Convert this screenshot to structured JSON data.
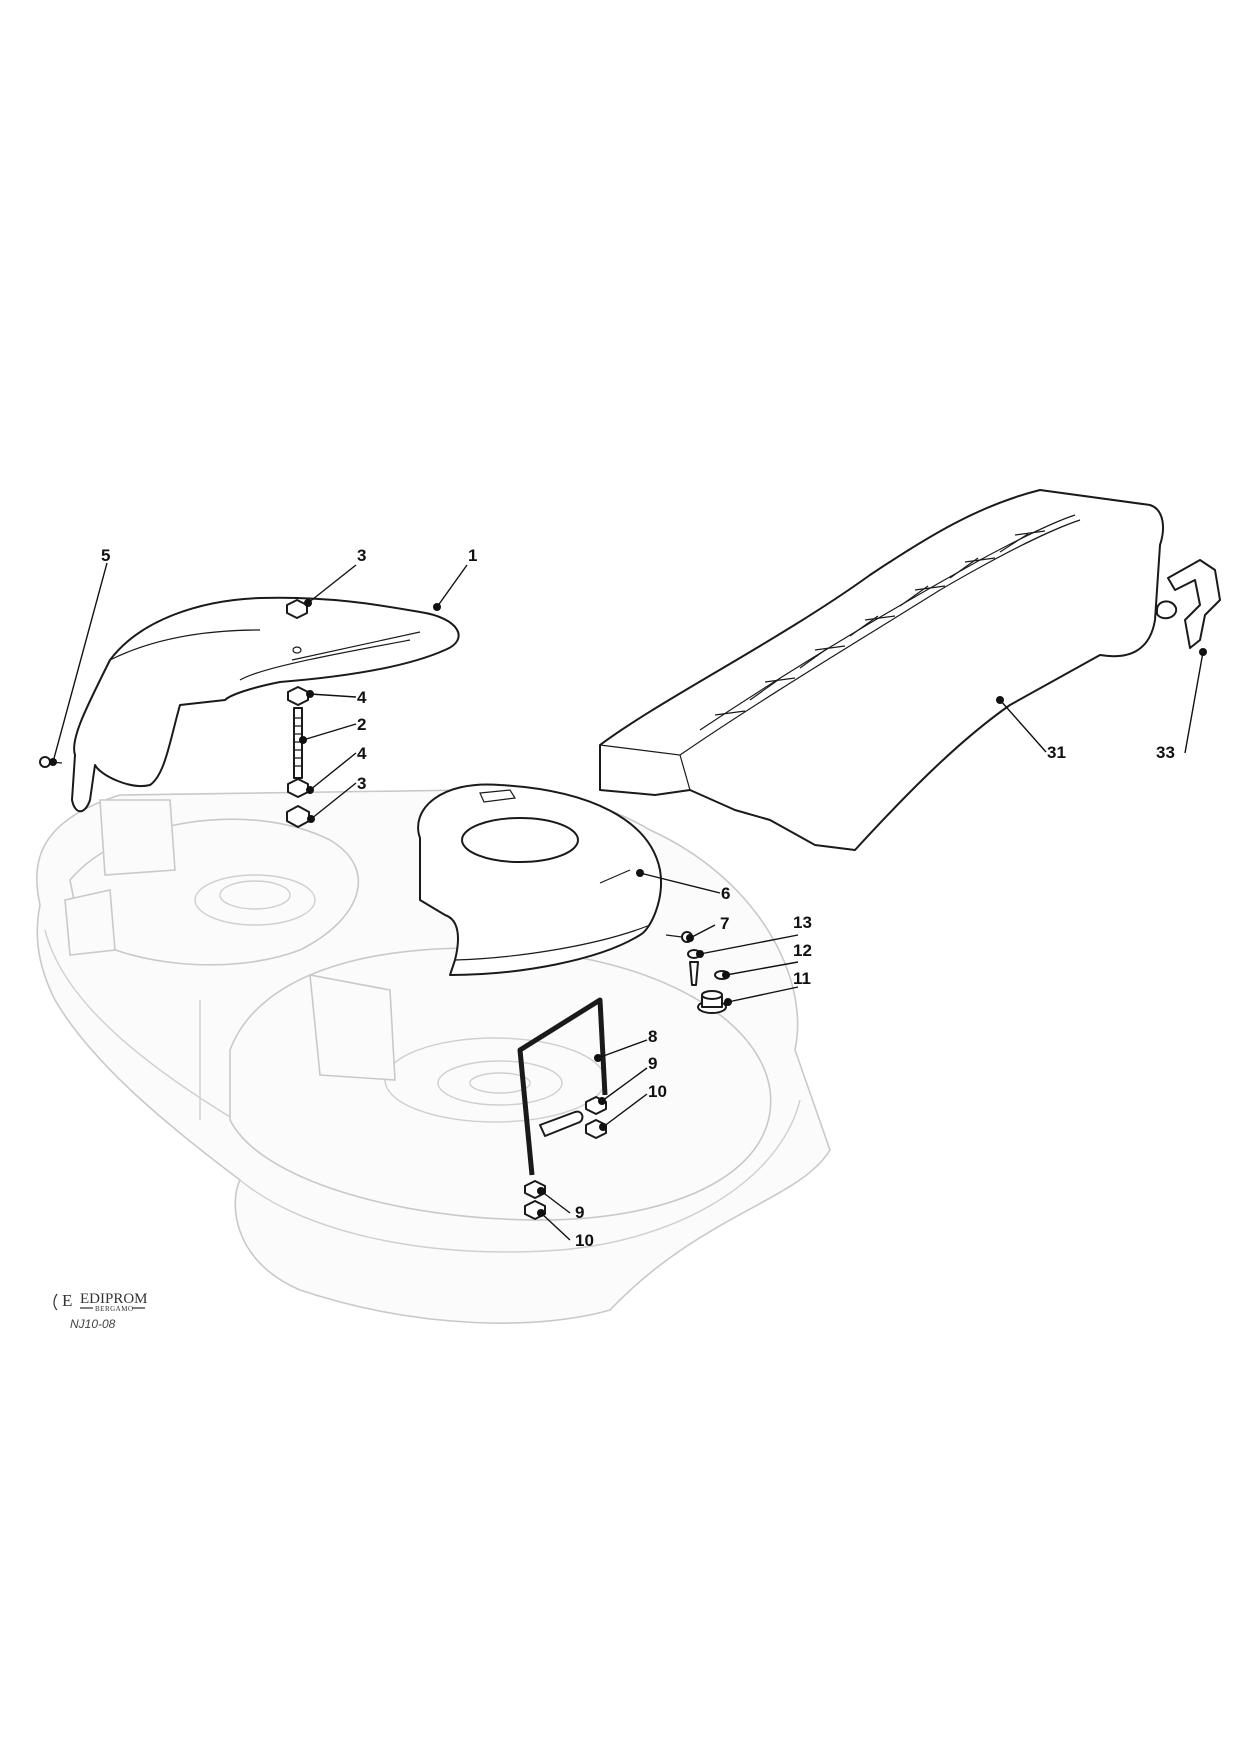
{
  "callouts": {
    "c1": "1",
    "c2": "2",
    "c3a": "3",
    "c3b": "3",
    "c4a": "4",
    "c4b": "4",
    "c5": "5",
    "c6": "6",
    "c7": "7",
    "c8": "8",
    "c9a": "9",
    "c9b": "9",
    "c10a": "10",
    "c10b": "10",
    "c11": "11",
    "c12": "12",
    "c13": "13",
    "c31": "31",
    "c33": "33"
  },
  "logo": {
    "mark": "E",
    "name": "EDIPROM",
    "city": "BERGAMO"
  },
  "drawing_code": "NJ10-08"
}
